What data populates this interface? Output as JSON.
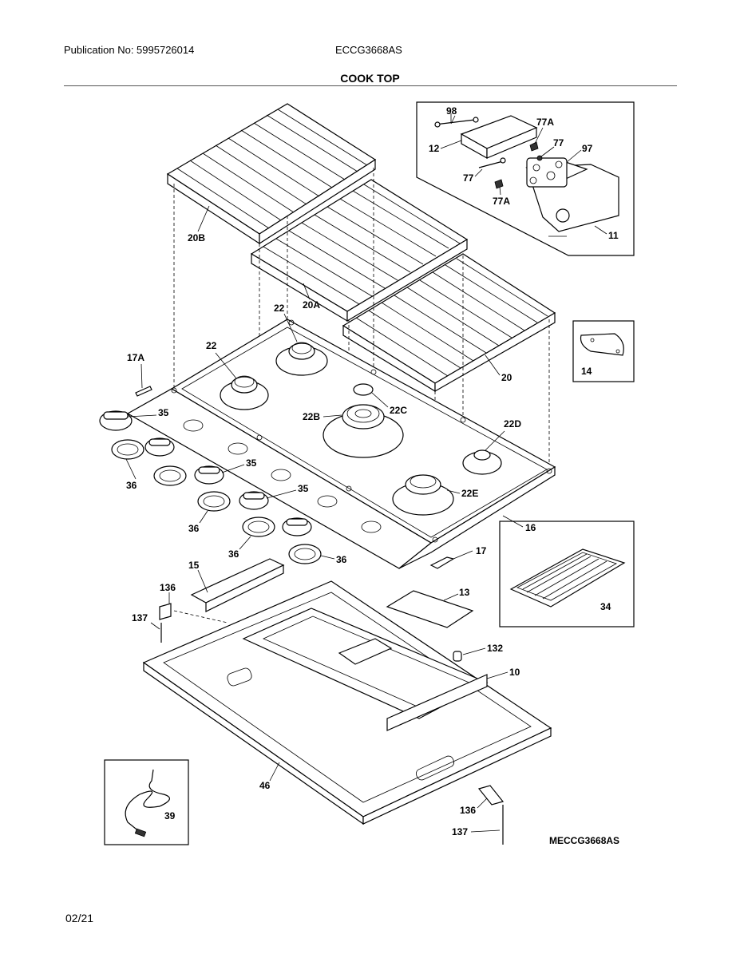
{
  "header": {
    "publication": "Publication No: 5995726014",
    "model": "ECCG3668AS",
    "title": "COOK TOP"
  },
  "footer": {
    "date": "02/21"
  },
  "diagram_code": "MECCG3668AS",
  "callouts": {
    "c98": "98",
    "c77a_top": "77A",
    "c77_top": "77",
    "c97": "97",
    "c12": "12",
    "c77_left": "77",
    "c77a_bottom": "77A",
    "c11": "11",
    "c20b": "20B",
    "c20a": "20A",
    "c20": "20",
    "c22_center": "22",
    "c22_left": "22",
    "c17a": "17A",
    "c22c": "22C",
    "c22b": "22B",
    "c22d": "22D",
    "c22e": "22E",
    "c14": "14",
    "c35_a": "35",
    "c35_b": "35",
    "c35_c": "35",
    "c36_a": "36",
    "c36_b": "36",
    "c36_c": "36",
    "c36_d": "36",
    "c16": "16",
    "c17": "17",
    "c34": "34",
    "c15": "15",
    "c136_top": "136",
    "c137_top": "137",
    "c13": "13",
    "c132": "132",
    "c10": "10",
    "c46": "46",
    "c39": "39",
    "c136_bottom": "136",
    "c137_bottom": "137"
  }
}
